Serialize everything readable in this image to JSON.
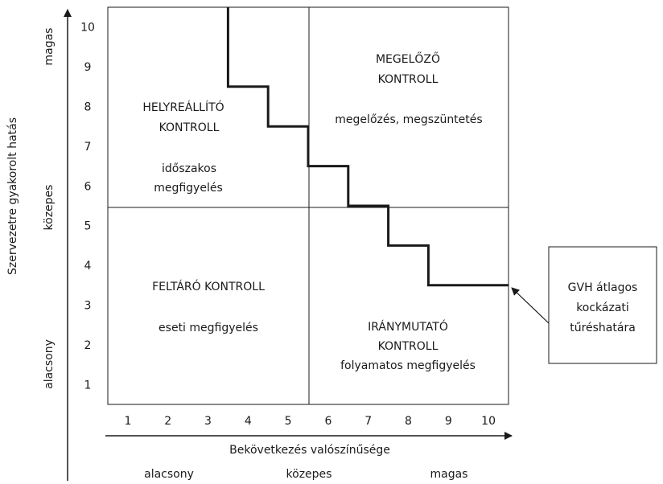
{
  "diagram": {
    "x_ticks": [
      "1",
      "2",
      "3",
      "4",
      "5",
      "6",
      "7",
      "8",
      "9",
      "10"
    ],
    "y_ticks": [
      "1",
      "2",
      "3",
      "4",
      "5",
      "6",
      "7",
      "8",
      "9",
      "10"
    ],
    "x_axis_title": "Bekövetkezés valószínűsége",
    "y_axis_title": "Szervezetre gyakorolt hatás",
    "x_levels": [
      "alacsony",
      "közepes",
      "magas"
    ],
    "y_levels": [
      "alacsony",
      "közepes",
      "magas"
    ],
    "quadrants": {
      "top_left": [
        "HELYREÁLLÍTÓ",
        "KONTROLL",
        "",
        "időszakos",
        "megfigyelés"
      ],
      "top_right": [
        "MEGELŐZŐ",
        "KONTROLL",
        "",
        "megelőzés, megszüntetés"
      ],
      "bottom_left": [
        "FELTÁRÓ KONTROLL",
        "",
        "eseti megfigyelés"
      ],
      "bottom_right": [
        "IRÁNYMUTATÓ",
        "KONTROLL",
        "folyamatos megfigyelés"
      ]
    },
    "callout_lines": [
      "GVH átlagos",
      "kockázati",
      "tűréshatára"
    ],
    "threshold_steps": [
      {
        "x": 3.5,
        "y_top": 10.5
      },
      {
        "x": 4.5,
        "y_top": 8.5
      },
      {
        "x": 5.5,
        "y_top": 7.5
      },
      {
        "x": 6.5,
        "y_top": 6.5
      },
      {
        "x": 7.5,
        "y_top": 5.5
      },
      {
        "x": 8.5,
        "y_top": 4.5
      },
      {
        "x": 10.5,
        "y_top": 3.5
      }
    ]
  }
}
